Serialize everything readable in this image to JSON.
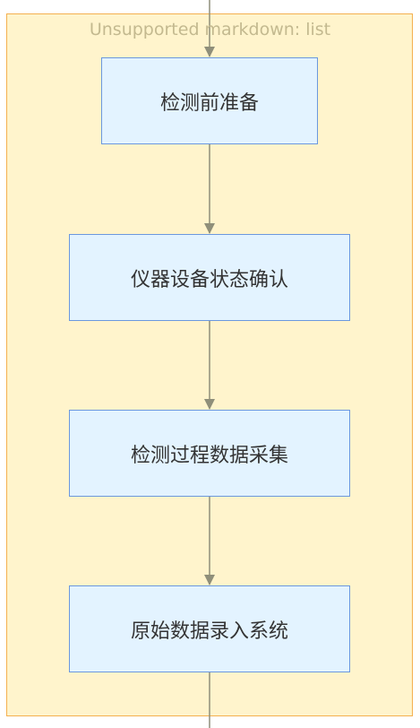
{
  "group": {
    "title": "Unsupported markdown: list"
  },
  "nodes": [
    {
      "id": "n1",
      "label": "检测前准备"
    },
    {
      "id": "n2",
      "label": "仪器设备状态确认"
    },
    {
      "id": "n3",
      "label": "检测过程数据采集"
    },
    {
      "id": "n4",
      "label": "原始数据录入系统"
    }
  ],
  "edges": [
    {
      "from": "",
      "to": "n1"
    },
    {
      "from": "n1",
      "to": "n2"
    },
    {
      "from": "n2",
      "to": "n3"
    },
    {
      "from": "n3",
      "to": "n4"
    },
    {
      "from": "n4",
      "to": ""
    }
  ],
  "colors": {
    "group_fill": "#fff4cc",
    "group_border": "#f4b04f",
    "node_fill": "#e3f3ff",
    "node_border": "#6b98de",
    "edge": "#8f8f7a",
    "title_text": "#c3b98f",
    "node_text": "#333333"
  }
}
